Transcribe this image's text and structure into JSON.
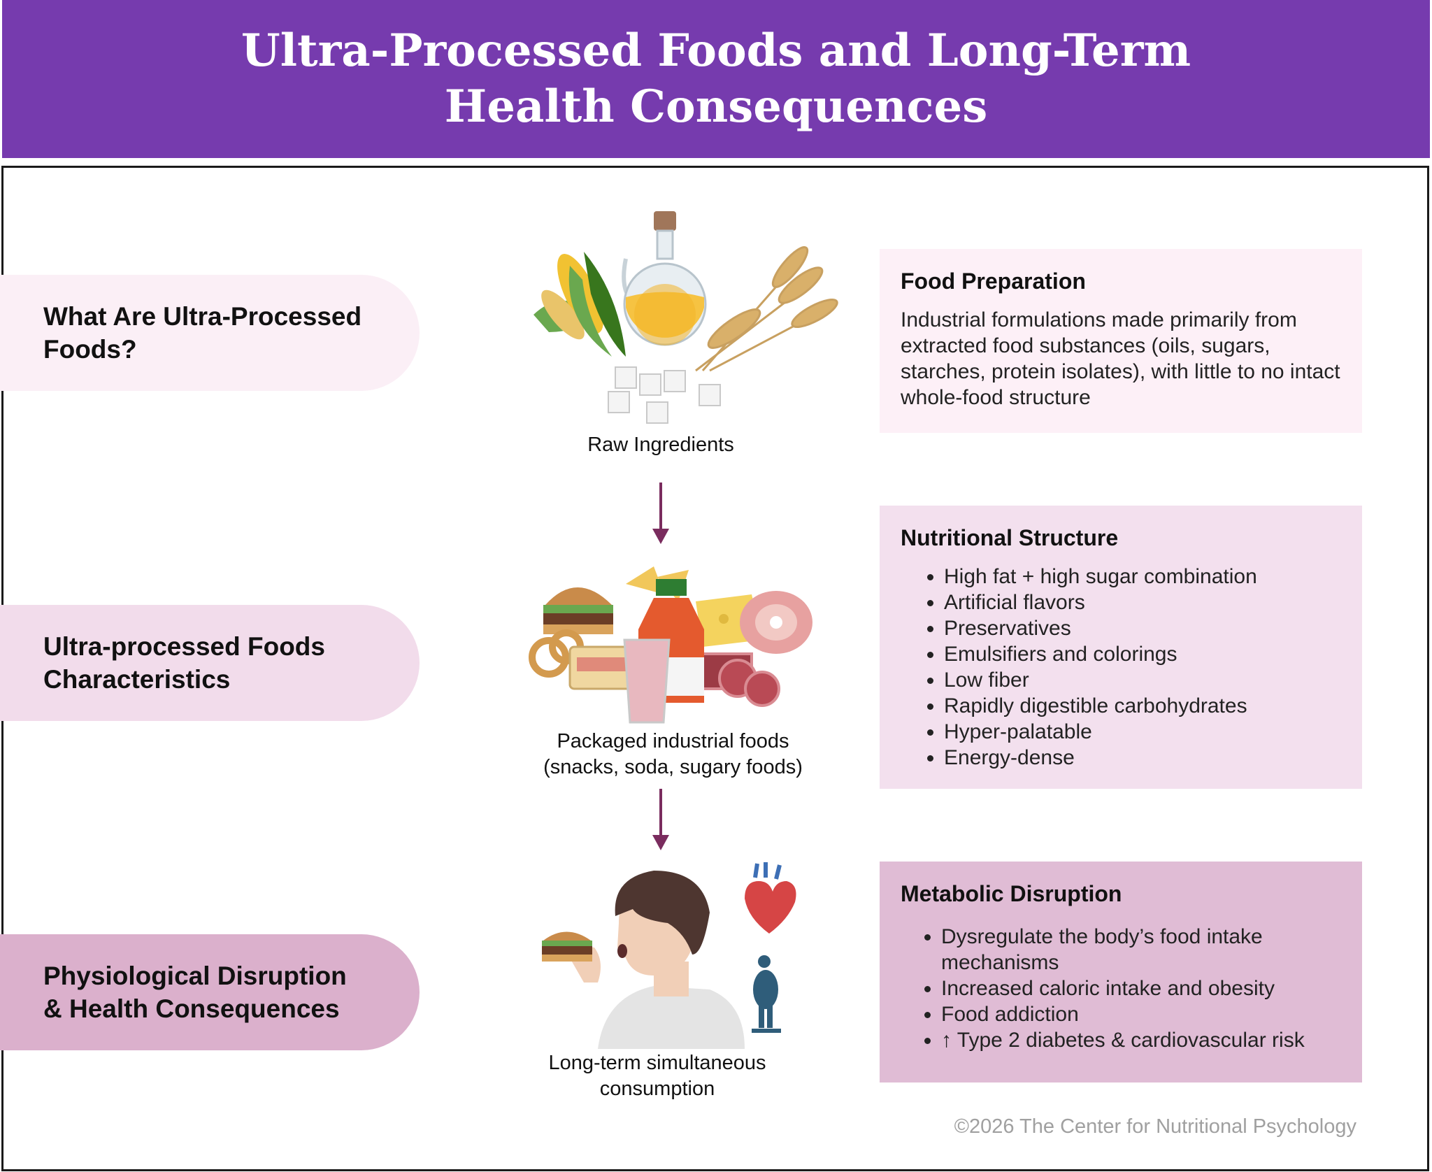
{
  "title": "Ultra-Processed Foods and Long-Term Health Consequences",
  "rows": [
    {
      "pill_label": "What Are Ultra-Processed Foods?",
      "caption": "Raw Ingredients",
      "box_title": "Food Preparation",
      "box_text": "Industrial formulations made primarily from extracted food substances (oils, sugars, starches, protein isolates), with little to no intact whole-food structure"
    },
    {
      "pill_label": "Ultra-processed Foods Characteristics",
      "caption_line1": "Packaged industrial foods",
      "caption_line2": "(snacks, soda, sugary foods)",
      "box_title": "Nutritional Structure",
      "bullets": [
        "High fat + high sugar combination",
        "Artificial flavors",
        "Preservatives",
        "Emulsifiers and colorings",
        "Low fiber",
        "Rapidly digestible carbohydrates",
        "Hyper-palatable",
        "Energy-dense"
      ]
    },
    {
      "pill_label": "Physiological Disruption & Health Consequences",
      "caption_line1": "Long-term simultaneous",
      "caption_line2": "consumption",
      "box_title": "Metabolic Disruption",
      "bullets": [
        "Dysregulate the body’s food intake mechanisms",
        "Increased caloric intake and obesity",
        "Food addiction",
        "↑ Type 2 diabetes  & cardiovascular risk"
      ]
    }
  ],
  "copyright": "©2026 The Center for Nutritional Psychology",
  "colors": {
    "header": "#763bae",
    "pill1": "#fbeff6",
    "pill2": "#f2dceb",
    "pill3": "#dbb0cc",
    "box1": "#fdf0f7",
    "box2": "#f3e0ee",
    "box3": "#e0bcd5",
    "arrow": "#7a2c5e"
  },
  "icons": [
    "corn-icon",
    "oil-bottle-icon",
    "wheat-icon",
    "sugar-cubes-icon",
    "burger-icon",
    "soda-bottle-icon",
    "cheese-icon",
    "ham-icon",
    "salami-icon",
    "onion-rings-icon",
    "smoothie-icon",
    "person-eating-icon",
    "heart-icon",
    "obese-person-on-scale-icon"
  ]
}
